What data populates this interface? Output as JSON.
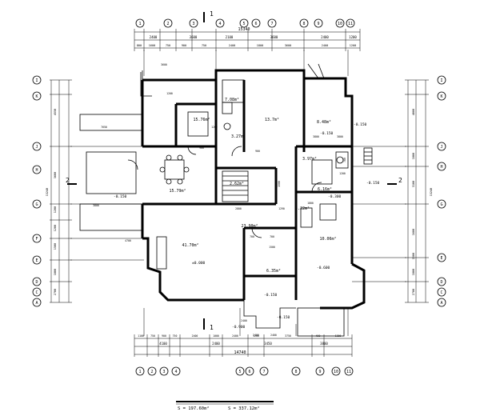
{
  "section_marks": {
    "top": "1",
    "bottom": "1",
    "left": "2",
    "right": "2"
  },
  "top_axes": [
    "1",
    "2",
    "3",
    "4",
    "5",
    "6",
    "7",
    "8",
    "9",
    "10",
    "11"
  ],
  "bottom_axes": [
    "1",
    "2",
    "3",
    "4",
    "5",
    "6",
    "7",
    "8",
    "9",
    "10",
    "11"
  ],
  "left_axes": [
    "I",
    "K",
    "J",
    "H",
    "G",
    "F",
    "E",
    "D",
    "C",
    "A"
  ],
  "right_axes": [
    "I",
    "K",
    "J",
    "H",
    "G",
    "E",
    "D",
    "C",
    "A"
  ],
  "top_dims_outer": [
    "15340"
  ],
  "top_dims_row1": [
    "2400",
    "3600",
    "2100",
    "3600",
    "2400",
    "1200"
  ],
  "top_dims_row2": [
    "800",
    "1600",
    "750",
    "900",
    "750",
    "2400",
    "1800",
    "3600",
    "2400",
    "1200"
  ],
  "bottom_dims_outer": [
    "14740"
  ],
  "bottom_dims_row1": [
    "4100",
    "2400",
    "3450",
    "3800"
  ],
  "bottom_dims_row2": [
    "1100",
    "750",
    "900",
    "750",
    "2400",
    "1000",
    "2400",
    "1200",
    "3750",
    "400",
    "1200"
  ],
  "left_dims": [
    "13240",
    "4550",
    "3600",
    "1200",
    "1200",
    "1500",
    "1800",
    "2700"
  ],
  "right_dims": [
    "13240",
    "4000",
    "1800",
    "3100",
    "1600",
    "1500",
    "1800",
    "2700"
  ],
  "interior_dims": [
    "3600",
    "7650",
    "1200",
    "3800",
    "4700",
    "3800",
    "3800",
    "900",
    "1200",
    "1290",
    "2800",
    "2400",
    "2400",
    "1800",
    "1200",
    "1500",
    "900",
    "1500",
    "700",
    "700",
    "2400",
    "780"
  ],
  "rooms": [
    "15.76m²",
    "13.7m²",
    "15.79m²",
    "8.48m²",
    "7.08m²",
    "3.27m²",
    "2.62m²",
    "3.97m²",
    "6.16m²",
    "3.22m²",
    "10.06m²",
    "41.70m²",
    "23.90m²",
    "6.35m²"
  ],
  "levels": [
    "±0.000",
    "-0.150",
    "-0.150",
    "-0.300",
    "-0.150",
    "-0.150",
    "-0.600",
    "-0.150",
    "-0.900",
    "-0.150"
  ],
  "area_note": {
    "a": "S = 197.60m²",
    "b": "S = 337.12m²"
  }
}
